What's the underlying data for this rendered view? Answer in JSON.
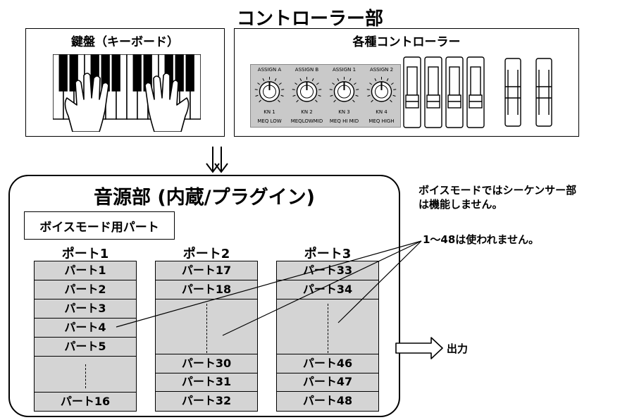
{
  "title": "コントローラー部",
  "keyboard": {
    "label": "鍵盤（キーボード）"
  },
  "controllers": {
    "label": "各種コントローラー",
    "knobs": [
      {
        "top": "ASSIGN A",
        "mid": "KN 1",
        "bottom": "MEQ LOW"
      },
      {
        "top": "ASSIGN B",
        "mid": "KN 2",
        "bottom": "MEQLOWMID"
      },
      {
        "top": "ASSIGN 1",
        "mid": "KN 3",
        "bottom": "MEQ HI MID"
      },
      {
        "top": "ASSIGN 2",
        "mid": "KN 4",
        "bottom": "MEQ HIGH"
      }
    ]
  },
  "engine": {
    "title": "音源部 (内蔵/プラグイン)",
    "voice_mode_box": "ボイスモード用パート",
    "ports": [
      {
        "label": "ポート1",
        "top_parts": [
          "パート1",
          "パート2",
          "パート3",
          "パート4",
          "パート5"
        ],
        "bottom_parts": [
          "パート16"
        ]
      },
      {
        "label": "ポート2",
        "top_parts": [
          "パート17",
          "パート18"
        ],
        "bottom_parts": [
          "パート30",
          "パート31",
          "パート32"
        ]
      },
      {
        "label": "ポート3",
        "top_parts": [
          "パート33",
          "パート34"
        ],
        "bottom_parts": [
          "パート46",
          "パート47",
          "パート48"
        ]
      }
    ]
  },
  "notes": {
    "voice_mode": [
      "ボイスモードではシーケンサー部",
      "は機能しません。"
    ],
    "unused_parts": "1〜48は使われません。"
  },
  "output": "出力"
}
